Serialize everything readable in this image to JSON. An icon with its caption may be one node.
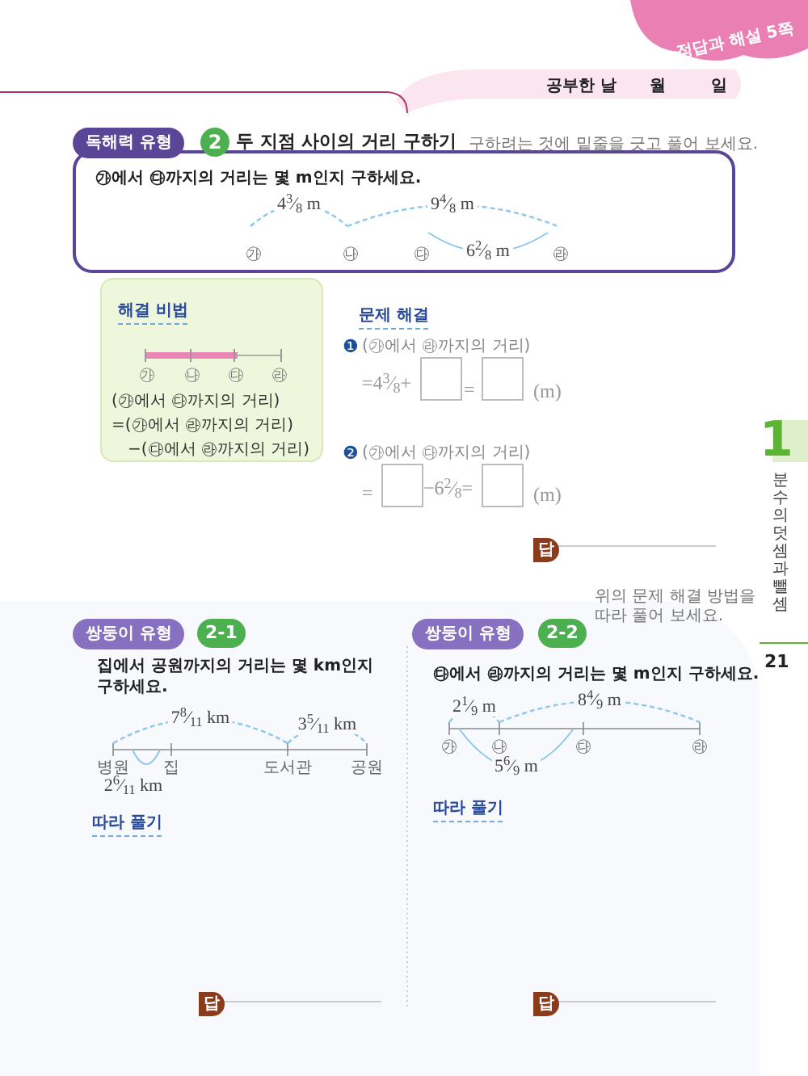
{
  "diagram": {
    "nodes": [
      {
        "text": [
          "㉮에서 ㉰까지의 거리는 몇 m인지 구하세요."
        ]
      },
      {
        "text": [
          "㉮"
        ],
        "in": 0
      },
      {
        "text": [
          "㉯"
        ],
        "in": 0
      },
      {
        "text": [
          "㉰"
        ],
        "in": 0
      },
      {
        "text": [
          "㉱"
        ],
        "in": 0
      },
      {
        "text": [
          "해결 비법",
          "(㉮에서 ㉰까지의 거리)",
          "=(㉮에서 ㉱까지의 거리)",
          "−(㉰에서 ㉱까지의 거리)"
        ]
      },
      {
        "text": [
          "병원"
        ]
      },
      {
        "text": [
          "집"
        ]
      },
      {
        "text": [
          "도서관"
        ]
      },
      {
        "text": [
          "공원"
        ]
      },
      {
        "text": [
          "㉮"
        ]
      },
      {
        "text": [
          "㉯"
        ]
      },
      {
        "text": [
          "㉰"
        ]
      },
      {
        "text": [
          "㉱"
        ]
      }
    ],
    "edges": [
      {
        "from": 1,
        "to": 2,
        "arrow": "none",
        "label": "4$^{3}$⁄$_{8}$ m",
        "style": "dashed"
      },
      {
        "from": 2,
        "to": 4,
        "arrow": "none",
        "label": "9$^{4}$⁄$_{8}$ m",
        "style": "dashed"
      },
      {
        "from": 3,
        "to": 4,
        "arrow": "none",
        "label": "6$^{2}$⁄$_{8}$ m"
      },
      {
        "from": 6,
        "to": 8,
        "arrow": "none",
        "label": "7$^{8}$⁄$_{11}$ km",
        "style": "dashed"
      },
      {
        "from": 8,
        "to": 9,
        "arrow": "none",
        "label": "3$^{5}$⁄$_{11}$ km",
        "style": "dashed"
      },
      {
        "from": 6,
        "to": 7,
        "arrow": "none",
        "label": "2$^{6}$⁄$_{11}$ km"
      },
      {
        "from": 10,
        "to": 11,
        "arrow": "none",
        "label": "2$^{1}$⁄$_{9}$ m",
        "style": "dashed"
      },
      {
        "from": 11,
        "to": 13,
        "arrow": "none",
        "label": "8$^{4}$⁄$_{9}$ m",
        "style": "dashed"
      },
      {
        "from": 10,
        "to": 12,
        "arrow": "none",
        "label": "5$^{6}$⁄$_{9}$ m"
      }
    ],
    "labels": [
      "정답과 해설 5쪽",
      "공부한 날",
      "월",
      "일",
      "독해력 유형",
      "2",
      "두 지점 사이의 거리 구하기",
      "구하려는 것에 밑줄을 긋고 풀어 보세요.",
      "㉮",
      "㉯",
      "㉰",
      "㉱",
      "문제 해결",
      "❶",
      "(㉮에서 ㉱까지의 거리)",
      "=4$^{3}$⁄$_{8}$+",
      "=",
      "(m)",
      "❷",
      "(㉮에서 ㉰까지의 거리)",
      "=",
      "−6$^{2}$⁄$_{8}$=",
      "(m)",
      "답",
      "쌍둥이 유형",
      "2-1",
      "집에서 공원까지의 거리는 몇 km인지 구하세요.",
      "따라 풀기",
      "답",
      "쌍둥이 유형",
      "2-2",
      "위의 문제 해결 방법을 따라 풀어 보세요.",
      "㉰에서 ㉱까지의 거리는 몇 m인지 구하세요.",
      "따라 풀기",
      "답",
      "21",
      "1",
      "분수의 덧셈과 뺄셈"
    ]
  }
}
